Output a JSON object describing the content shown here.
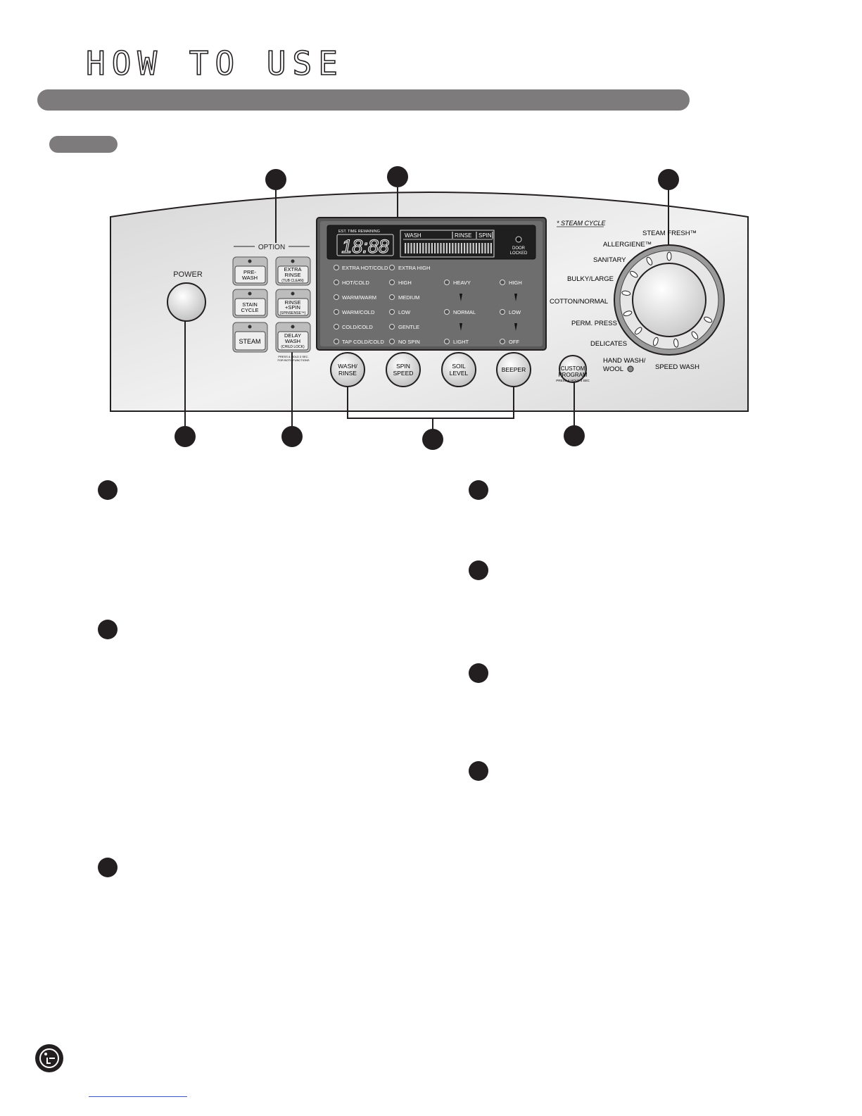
{
  "page": {
    "title": "HOW TO USE",
    "steam_note": "* STEAM CYCLE"
  },
  "panel": {
    "power_label": "POWER",
    "option_label": "OPTION",
    "option_buttons": [
      [
        "PRE-",
        "WASH"
      ],
      [
        "EXTRA",
        "RINSE",
        "(TUB CLEAN)"
      ],
      [
        "STAIN",
        "CYCLE"
      ],
      [
        "RINSE",
        "+SPIN",
        "(SPINSENSE™)"
      ],
      [
        "STEAM"
      ],
      [
        "DELAY",
        "WASH",
        "(CHILD LOCK)"
      ]
    ],
    "delay_note": [
      "PRESS & HOLD 3 SEC.",
      "FOR BOTH FUNCTIONS"
    ],
    "display": {
      "est_time_label": "EST. TIME REMAINING",
      "time": "18:88",
      "stages": [
        "WASH",
        "RINSE",
        "SPIN"
      ],
      "door_locked": [
        "DOOR",
        "LOCKED"
      ]
    },
    "indicators": {
      "wash_rinse": [
        "EXTRA HOT/COLD",
        "HOT/COLD",
        "WARM/WARM",
        "WARM/COLD",
        "COLD/COLD",
        "TAP COLD/COLD"
      ],
      "spin_speed": [
        "EXTRA HIGH",
        "HIGH",
        "MEDIUM",
        "LOW",
        "GENTLE",
        "NO SPIN"
      ],
      "soil_level": [
        "HEAVY",
        "NORMAL",
        "LIGHT"
      ],
      "beeper": [
        "HIGH",
        "LOW",
        "OFF"
      ]
    },
    "round_buttons": [
      [
        "WASH/",
        "RINSE"
      ],
      [
        "SPIN",
        "SPEED"
      ],
      [
        "SOIL",
        "LEVEL"
      ],
      [
        "BEEPER"
      ]
    ],
    "custom_program": [
      "CUSTOM",
      "PROGRAM",
      "PRESS & HOLD 3 SEC"
    ],
    "dial_cycles": [
      "STEAM FRESH™",
      "ALLERGIENE™",
      "SANITARY",
      "BULKY/LARGE",
      "COTTON/NORMAL",
      "PERM. PRESS",
      "DELICATES",
      "HAND WASH/",
      "WOOL",
      "SPEED WASH"
    ]
  },
  "colors": {
    "bar": "#7d7b7b",
    "panel": "#e3e3e3",
    "display_bg": "#1f1f1f",
    "ink": "#231f20"
  }
}
